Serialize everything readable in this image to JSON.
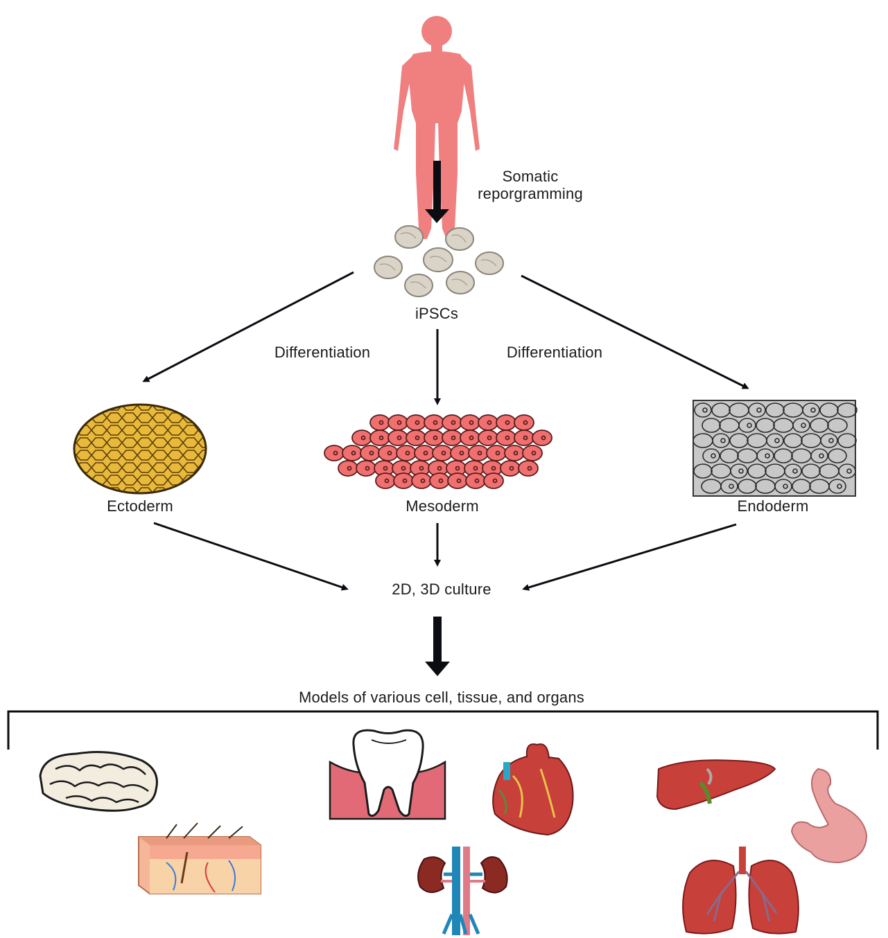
{
  "labels": {
    "reprogramming_line1": "Somatic",
    "reprogramming_line2": "reporgramming",
    "ipsc": "iPSCs",
    "differentiation_left": "Differentiation",
    "differentiation_right": "Differentiation",
    "ectoderm": "Ectoderm",
    "mesoderm": "Mesoderm",
    "endoderm": "Endoderm",
    "culture": "2D, 3D culture",
    "models": "Models of various cell, tissue, and organs"
  },
  "colors": {
    "human": "#f07f7f",
    "arrow": "#0b0b12",
    "ectoderm_fill": "#e8b93a",
    "mesoderm_fill": "#f07070",
    "endoderm_fill": "#c8c8c8",
    "ipsc_fill": "#d9d4c7",
    "organ_red": "#c94a3f",
    "organ_pink": "#f2a3a3"
  },
  "icons": [
    "human-figure-icon",
    "ipsc-cells-icon",
    "ectoderm-sphere-icon",
    "mesoderm-cells-icon",
    "endoderm-tissue-icon",
    "brain-icon",
    "skin-icon",
    "tooth-icon",
    "heart-icon",
    "kidney-icon",
    "liver-icon",
    "stomach-icon",
    "lungs-icon"
  ]
}
